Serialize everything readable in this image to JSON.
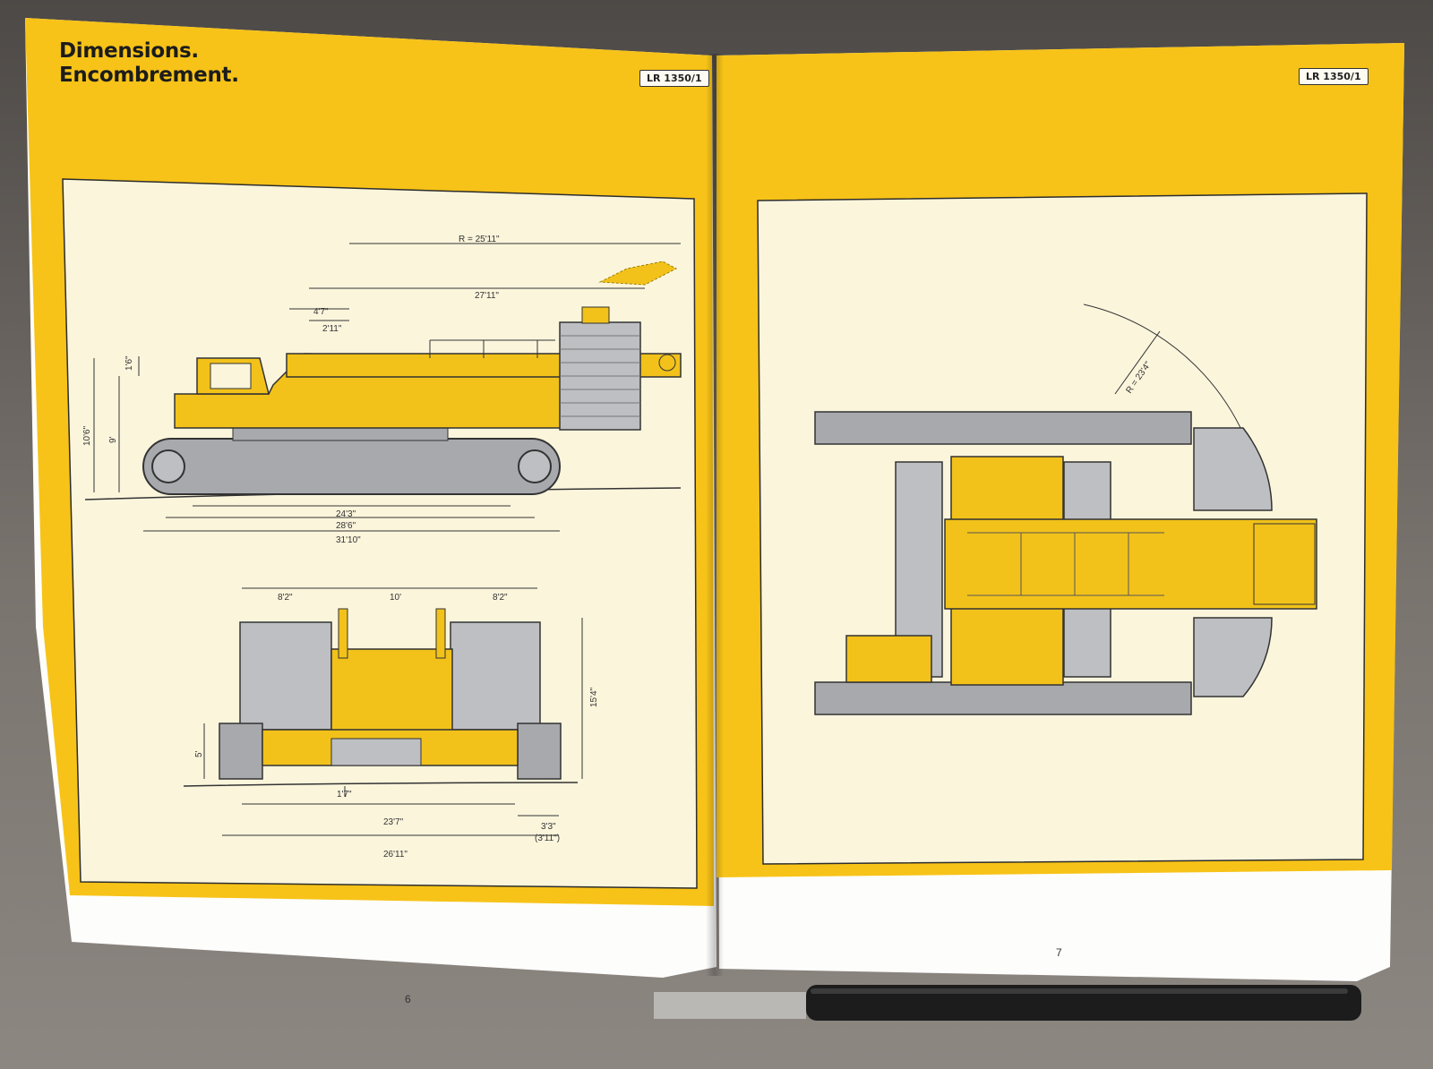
{
  "left_page": {
    "title_line1": "Dimensions.",
    "title_line2": "Encombrement.",
    "model_badge": "LR 1350/1",
    "page_number": "6",
    "side_view_dimensions": {
      "radius": "R = 25'11\"",
      "boom_length": "27'11\"",
      "offset_a": "4'7\"",
      "offset_b": "2'11\"",
      "cab_step": "1'6\"",
      "height_total": "10'6\"",
      "height_body": "9'",
      "track_inner": "24'3\"",
      "track_outer": "28'6\"",
      "overall_length": "31'10\""
    },
    "front_view_dimensions": {
      "counterweight_left": "8'2\"",
      "center_width": "10'",
      "counterweight_right": "8'2\"",
      "height": "15'4\"",
      "undercarriage_height": "5'",
      "ground_clearance": "1'7\"",
      "track_gauge": "23'7\"",
      "track_width": "3'3\"",
      "track_width_alt": "(3'11\")",
      "overall_width": "26'11\""
    }
  },
  "right_page": {
    "model_badge": "LR 1350/1",
    "page_number": "7",
    "top_view_dimensions": {
      "radius": "R = 23'4\""
    }
  },
  "colors": {
    "brochure_yellow": "#f7c318",
    "panel_cream": "#fbf5dc",
    "machine_yellow": "#f2c21a",
    "steel_grey": "#a7a9ad"
  }
}
